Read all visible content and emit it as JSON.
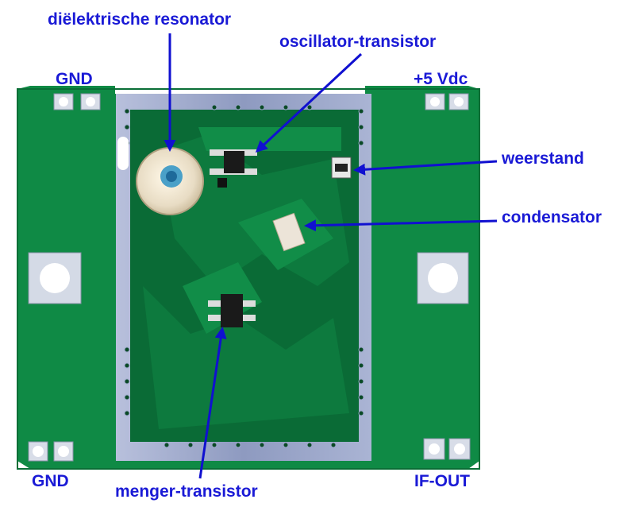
{
  "labels": {
    "dielectric_resonator": "diëlektrische resonator",
    "oscillator_transistor": "oscillator-transistor",
    "resistor": "weerstand",
    "capacitor": "condensator",
    "mixer_transistor": "menger-transistor",
    "gnd_top": "GND",
    "gnd_bottom": "GND",
    "vdc": "+5 Vdc",
    "if_out": "IF-OUT"
  },
  "colors": {
    "label_blue": "#1a1ad6",
    "arrow_blue": "#1010d0",
    "pcb_green": "#0f8a45",
    "shield_silver": "#9aa6c8",
    "shield_inner": "#0a6b36"
  }
}
